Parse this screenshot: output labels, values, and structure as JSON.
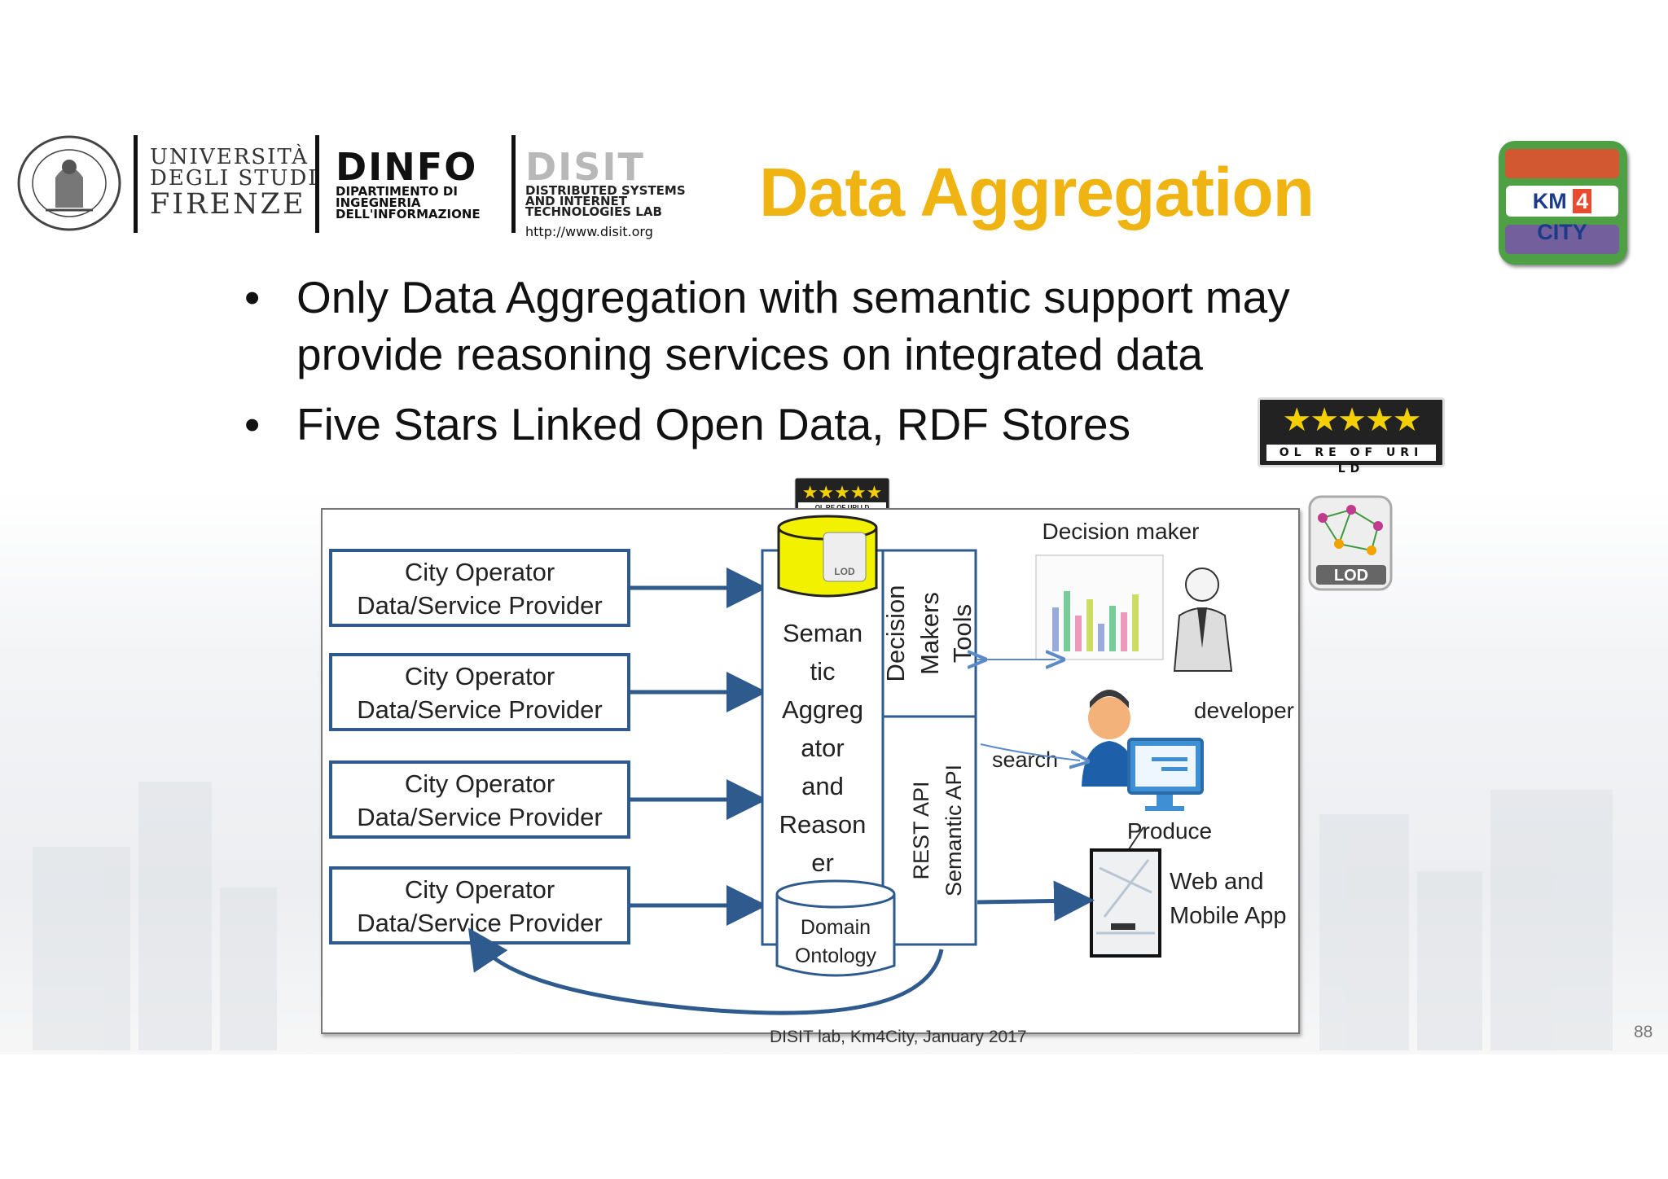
{
  "header": {
    "university": {
      "line1": "UNIVERSITÀ",
      "line2": "DEGLI STUDI",
      "line3": "FIRENZE"
    },
    "dinfo": {
      "title": "DINFO",
      "sub1": "DIPARTIMENTO DI",
      "sub2": "INGEGNERIA",
      "sub3": "DELL'INFORMAZIONE"
    },
    "disit": {
      "title": "DISIT",
      "sub1": "DISTRIBUTED SYSTEMS",
      "sub2": "AND INTERNET",
      "sub3": "TECHNOLOGIES LAB",
      "url": "http://www.disit.org"
    },
    "title": "Data Aggregation",
    "km4city_logo": {
      "km": "KM",
      "four": "4",
      "city": "CITY"
    }
  },
  "bullets": [
    {
      "line1": "Only Data Aggregation with semantic support may",
      "line2": "provide reasoning services on integrated data"
    },
    {
      "line1": "Five Stars Linked Open Data, RDF Stores"
    }
  ],
  "five_star_badge": {
    "stars": "★★★★★",
    "labels": "OL RE OF URI LD"
  },
  "lod_logo": {
    "text": "LOD"
  },
  "diagram": {
    "providers": [
      {
        "line1": "City Operator",
        "line2": "Data/Service Provider"
      },
      {
        "line1": "City Operator",
        "line2": "Data/Service Provider"
      },
      {
        "line1": "City Operator",
        "line2": "Data/Service Provider"
      },
      {
        "line1": "City Operator",
        "line2": "Data/Service Provider"
      }
    ],
    "aggregator_lines": [
      "Seman",
      "tic",
      "Aggreg",
      "ator",
      "and",
      "Reason",
      "er"
    ],
    "ontology": {
      "line1": "Domain",
      "line2": "Ontology"
    },
    "db_badge": "LOD",
    "tools": {
      "line1": "Decision",
      "line2": "Makers",
      "line3": "Tools"
    },
    "api": {
      "line1": "REST API",
      "line2": "Semantic  API"
    },
    "decision_maker": "Decision maker",
    "developer": "developer",
    "search": "search",
    "produce": "Produce",
    "webapp": {
      "line1": "Web and",
      "line2": "Mobile App"
    }
  },
  "footer": "DISIT lab, Km4City, January 2017",
  "page_number": "88",
  "colors": {
    "title": "#f0b412",
    "arrow": "#2e5a8e",
    "box_border": "#2e5a8e",
    "db": "#f2f200",
    "lod_green": "#3d9a3d"
  }
}
